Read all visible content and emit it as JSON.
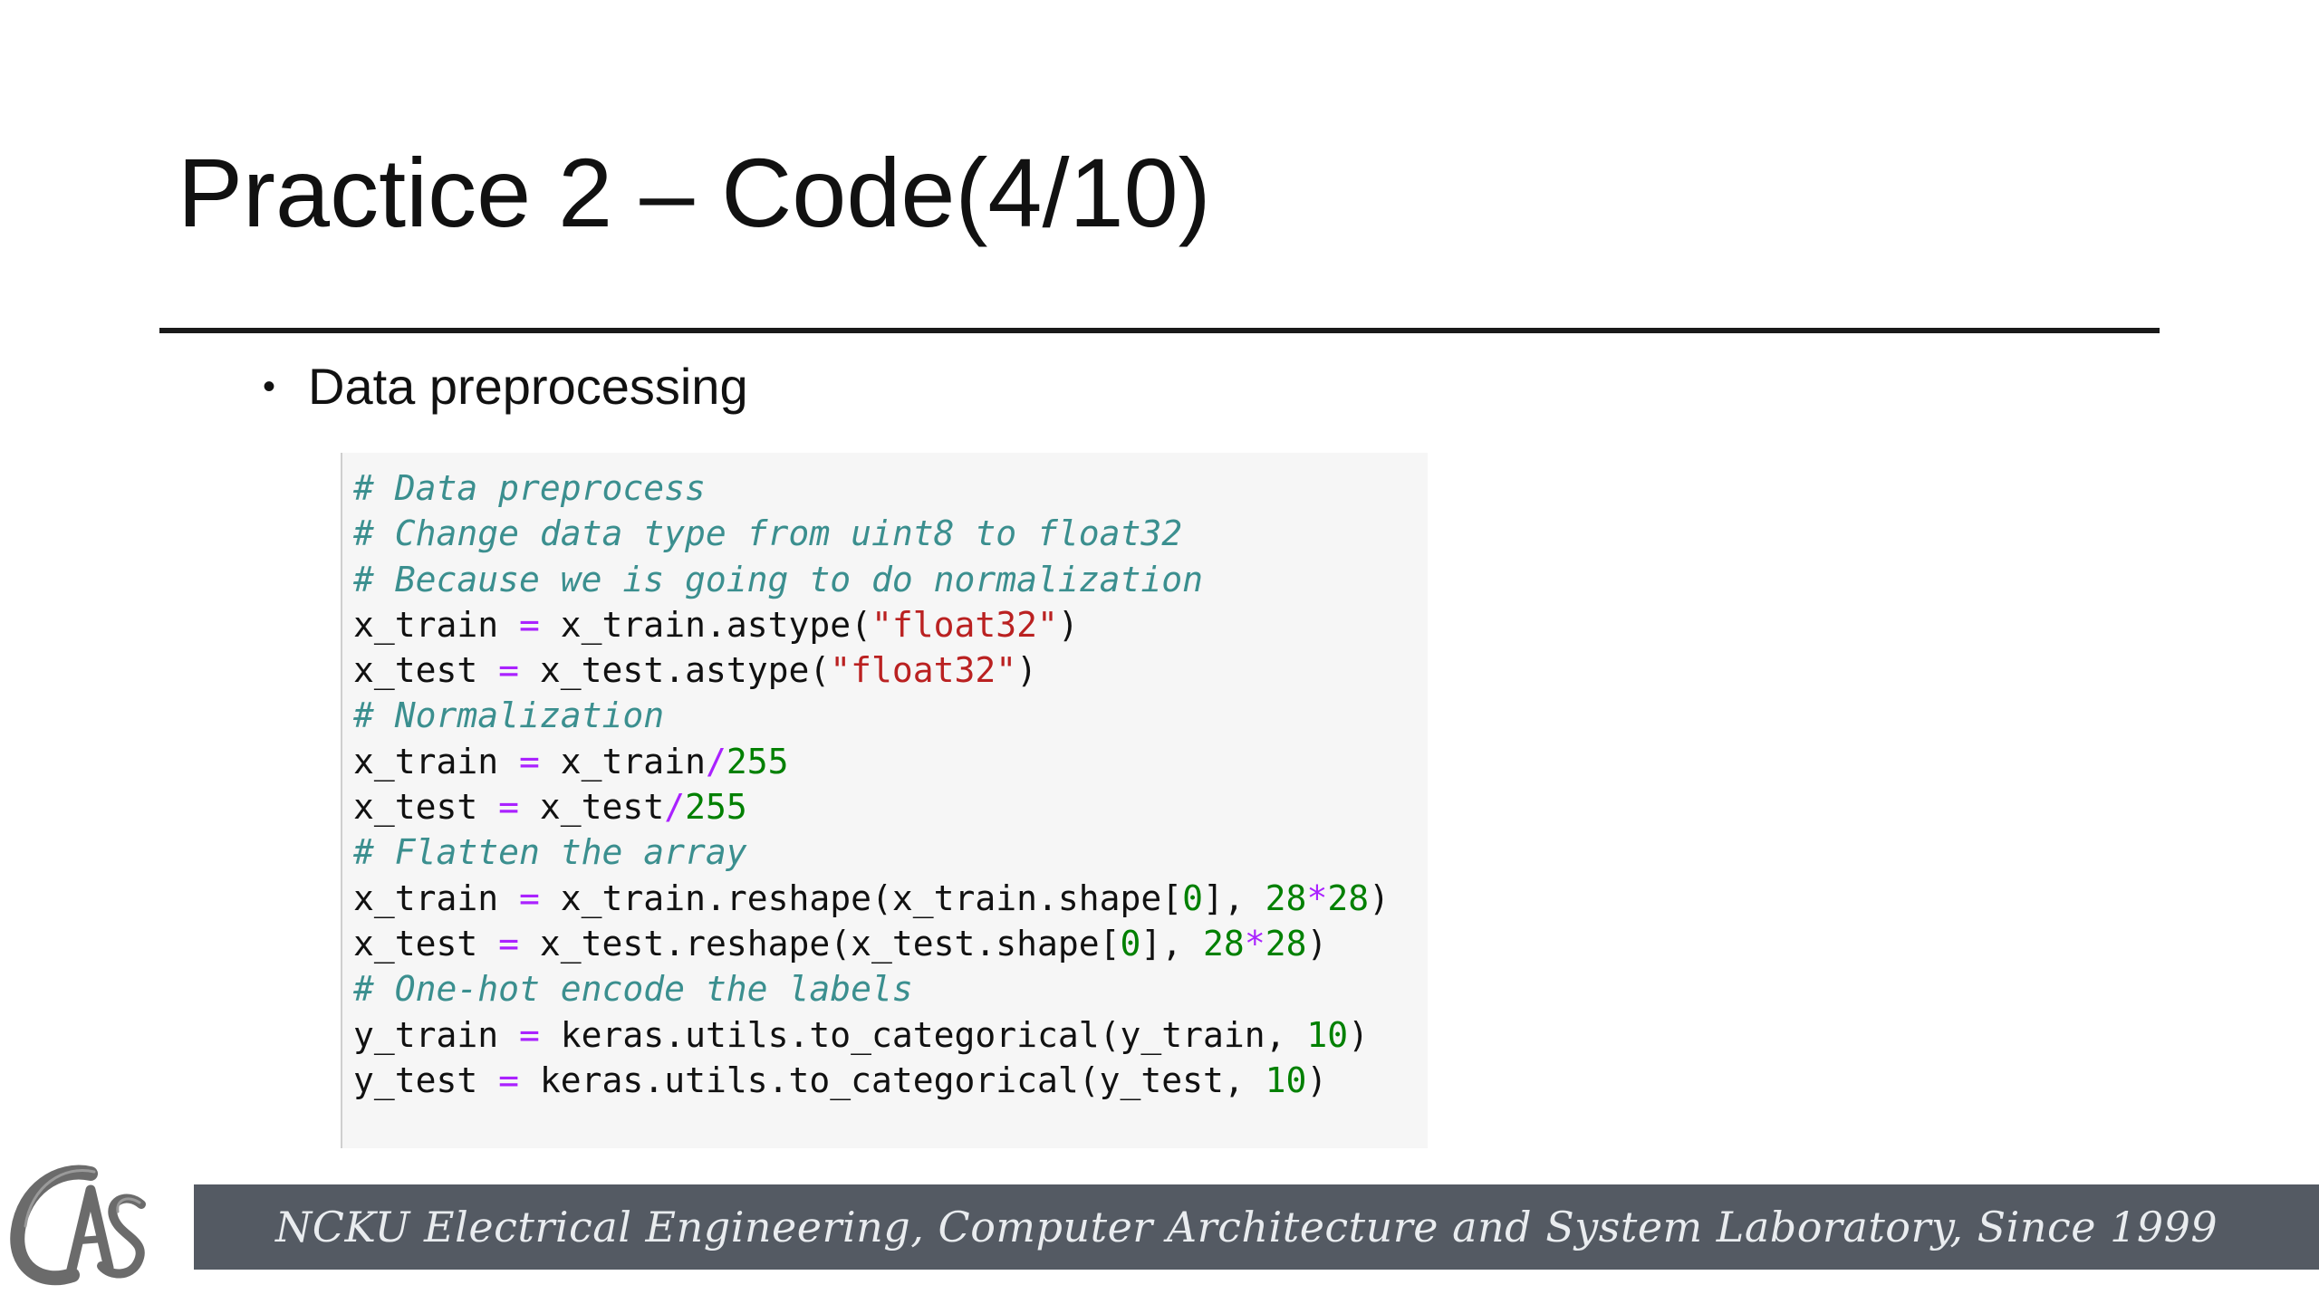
{
  "slide": {
    "title": "Practice 2 – Code(4/10)",
    "bullet_symbol": "•",
    "bullet_text": "Data preprocessing"
  },
  "code": {
    "lines": [
      [
        {
          "t": "c",
          "v": "# Data preprocess"
        }
      ],
      [
        {
          "t": "c",
          "v": "# Change data type from uint8 to float32"
        }
      ],
      [
        {
          "t": "c",
          "v": "# Because we is going to do normalization"
        }
      ],
      [
        {
          "t": "p",
          "v": "x_train "
        },
        {
          "t": "o",
          "v": "="
        },
        {
          "t": "p",
          "v": " x_train.astype("
        },
        {
          "t": "s",
          "v": "\"float32\""
        },
        {
          "t": "p",
          "v": ")"
        }
      ],
      [
        {
          "t": "p",
          "v": "x_test "
        },
        {
          "t": "o",
          "v": "="
        },
        {
          "t": "p",
          "v": " x_test.astype("
        },
        {
          "t": "s",
          "v": "\"float32\""
        },
        {
          "t": "p",
          "v": ")"
        }
      ],
      [
        {
          "t": "c",
          "v": "# Normalization"
        }
      ],
      [
        {
          "t": "p",
          "v": "x_train "
        },
        {
          "t": "o",
          "v": "="
        },
        {
          "t": "p",
          "v": " x_train"
        },
        {
          "t": "o",
          "v": "/"
        },
        {
          "t": "n",
          "v": "255"
        }
      ],
      [
        {
          "t": "p",
          "v": "x_test "
        },
        {
          "t": "o",
          "v": "="
        },
        {
          "t": "p",
          "v": " x_test"
        },
        {
          "t": "o",
          "v": "/"
        },
        {
          "t": "n",
          "v": "255"
        }
      ],
      [
        {
          "t": "c",
          "v": "# Flatten the array"
        }
      ],
      [
        {
          "t": "p",
          "v": "x_train "
        },
        {
          "t": "o",
          "v": "="
        },
        {
          "t": "p",
          "v": " x_train.reshape(x_train.shape["
        },
        {
          "t": "n",
          "v": "0"
        },
        {
          "t": "p",
          "v": "], "
        },
        {
          "t": "n",
          "v": "28"
        },
        {
          "t": "o",
          "v": "*"
        },
        {
          "t": "n",
          "v": "28"
        },
        {
          "t": "p",
          "v": ")"
        }
      ],
      [
        {
          "t": "p",
          "v": "x_test "
        },
        {
          "t": "o",
          "v": "="
        },
        {
          "t": "p",
          "v": " x_test.reshape(x_test.shape["
        },
        {
          "t": "n",
          "v": "0"
        },
        {
          "t": "p",
          "v": "], "
        },
        {
          "t": "n",
          "v": "28"
        },
        {
          "t": "o",
          "v": "*"
        },
        {
          "t": "n",
          "v": "28"
        },
        {
          "t": "p",
          "v": ")"
        }
      ],
      [
        {
          "t": "c",
          "v": "# One-hot encode the labels"
        }
      ],
      [
        {
          "t": "p",
          "v": "y_train "
        },
        {
          "t": "o",
          "v": "="
        },
        {
          "t": "p",
          "v": " keras.utils.to_categorical(y_train, "
        },
        {
          "t": "n",
          "v": "10"
        },
        {
          "t": "p",
          "v": ")"
        }
      ],
      [
        {
          "t": "p",
          "v": "y_test "
        },
        {
          "t": "o",
          "v": "="
        },
        {
          "t": "p",
          "v": " keras.utils.to_categorical(y_test, "
        },
        {
          "t": "n",
          "v": "10"
        },
        {
          "t": "p",
          "v": ")"
        }
      ]
    ]
  },
  "footer": {
    "logo_text": "CAS",
    "text": "NCKU Electrical Engineering, Computer Architecture and System Laboratory, Since 1999"
  },
  "colors": {
    "comment": "#3b8f8f",
    "operator": "#aa22ff",
    "string": "#ba2121",
    "number": "#008000",
    "footer_band": "#545a63"
  }
}
